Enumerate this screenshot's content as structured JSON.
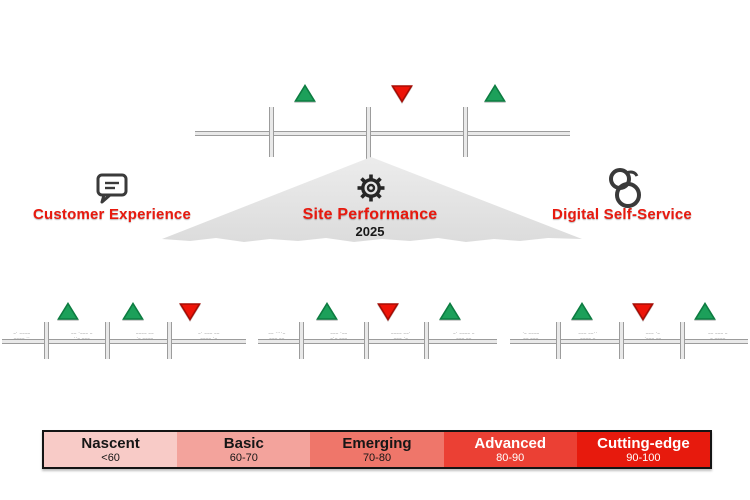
{
  "colors": {
    "accent_red": "#e8190e",
    "positive": "#1ca05a",
    "positive_dark": "#0d7c41",
    "negative": "#ee1408",
    "negative_dark": "#a80c04",
    "scale_gray": "#9c9c9c",
    "pyramid_gray": "#e4e4e4",
    "ink": "#181818"
  },
  "pillars": {
    "left": {
      "label": "Customer Experience",
      "icon": "chat-icon"
    },
    "center": {
      "label": "Site Performance",
      "year": "2025",
      "icon": "gear-icon"
    },
    "right": {
      "label": "Digital Self-Service",
      "icon": "self-service-icon"
    }
  },
  "scales": {
    "top": {
      "markers": [
        "up",
        "down",
        "up"
      ],
      "tick_count": 3
    },
    "bottom_left": {
      "markers": [
        "up",
        "up",
        "down"
      ],
      "tick_count": 3,
      "microtext": [
        "–· ––––\n–––– ··",
        "–– ·––– –\n··– –––",
        "–––– ––\n·– ––––",
        "–· ––– ––\n–––– ·–"
      ]
    },
    "bottom_middle": {
      "markers": [
        "up",
        "down",
        "up"
      ],
      "tick_count": 3,
      "microtext": [
        "–– ····–\n––– ––",
        "––– ·––\n–·– –––",
        "–––– ––·\n––– ·–",
        "–· –––– –\n––– ––"
      ]
    },
    "bottom_right": {
      "markers": [
        "up",
        "down",
        "up"
      ],
      "tick_count": 3,
      "microtext": [
        "·– ––––\n–– –––",
        "––– ––··\n–––– –",
        "––– ·–\n·––– ––",
        "–– ––– –\n– ––––"
      ]
    }
  },
  "legend": {
    "levels": [
      {
        "name": "Nascent",
        "range": "<60",
        "bg": "#f8cbc7",
        "text_light": false
      },
      {
        "name": "Basic",
        "range": "60-70",
        "bg": "#f3a39c",
        "text_light": false
      },
      {
        "name": "Emerging",
        "range": "70-80",
        "bg": "#ef766a",
        "text_light": false
      },
      {
        "name": "Advanced",
        "range": "80-90",
        "bg": "#eb4034",
        "text_light": true
      },
      {
        "name": "Cutting-edge",
        "range": "90-100",
        "bg": "#e71a0d",
        "text_light": true
      }
    ]
  }
}
